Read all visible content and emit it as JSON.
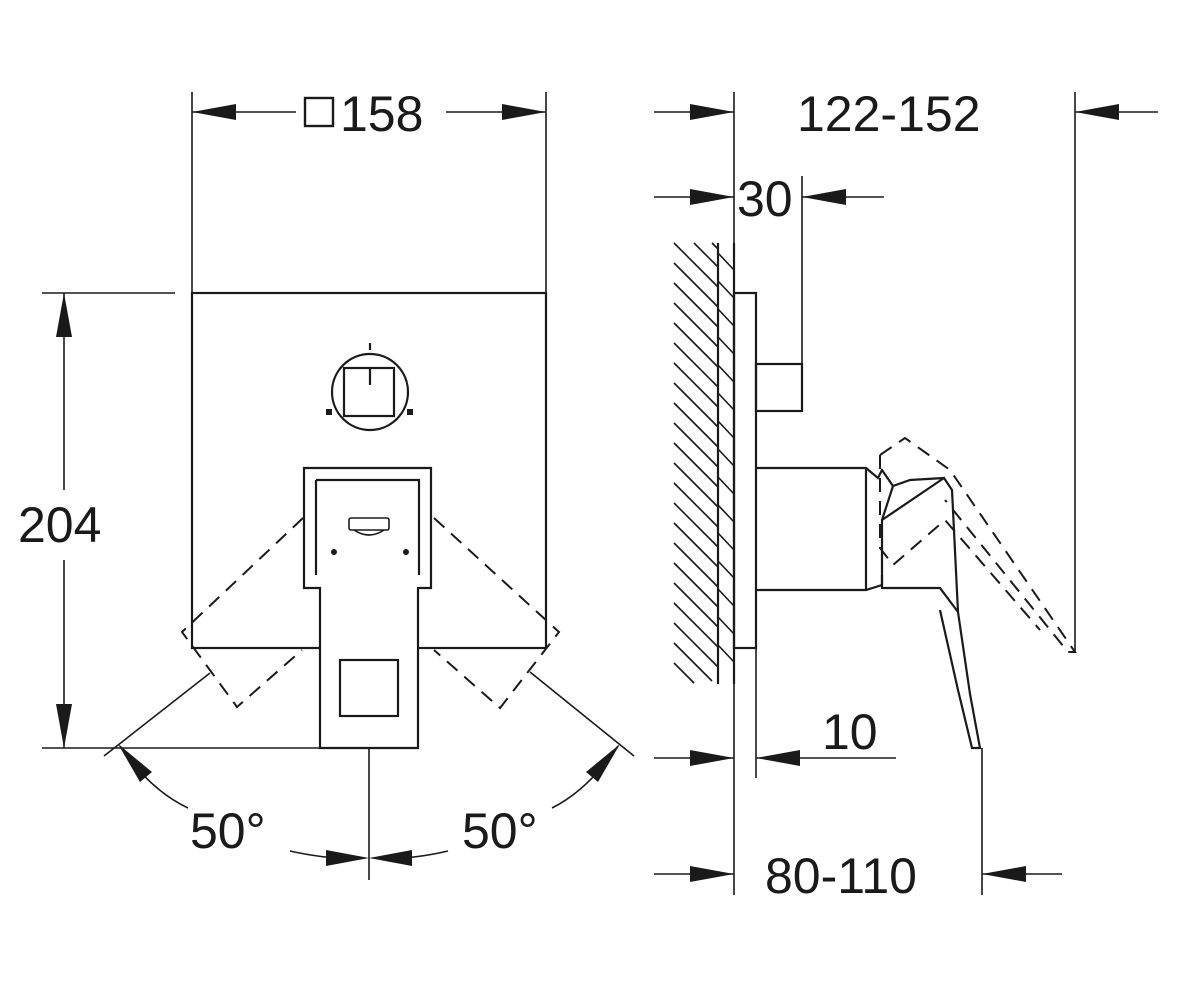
{
  "dimensions": {
    "width": "158",
    "height": "204",
    "angle_left": "50°",
    "angle_right": "50°",
    "depth_range": "122-152",
    "spindle": "30",
    "offset": "10",
    "projection": "80-110"
  },
  "views": [
    "front-view",
    "side-view"
  ],
  "icons": {
    "square_symbol": "square-symbol-icon",
    "brand_logo": "brand-logo-icon"
  }
}
